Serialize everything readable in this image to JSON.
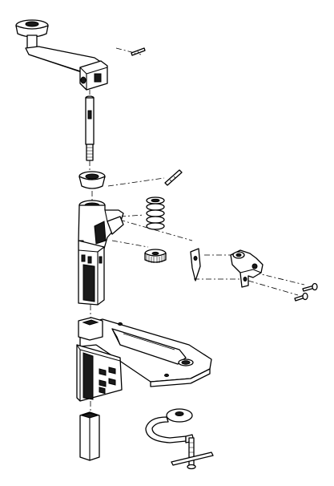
{
  "diagram": {
    "kind": "exploded-assembly-view",
    "line_color": "#000000",
    "background_color": "#ffffff",
    "parts": [
      {
        "id": "crank-handle"
      },
      {
        "id": "pin-top"
      },
      {
        "id": "cutter-shaft"
      },
      {
        "id": "bushing"
      },
      {
        "id": "pin-middle"
      },
      {
        "id": "spring"
      },
      {
        "id": "gear-head-housing"
      },
      {
        "id": "feed-gear"
      },
      {
        "id": "cutting-blade"
      },
      {
        "id": "lift-lever-bracket"
      },
      {
        "id": "screw-upper"
      },
      {
        "id": "screw-lower"
      },
      {
        "id": "base-plate"
      },
      {
        "id": "square-post"
      },
      {
        "id": "c-clamp"
      }
    ]
  }
}
